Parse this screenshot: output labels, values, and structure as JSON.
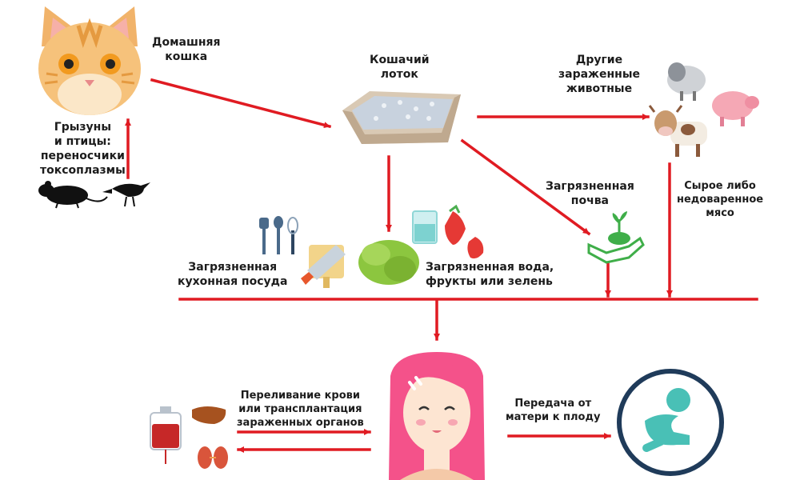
{
  "colors": {
    "arrow": "#e01b22",
    "woman_hair": "#f4528a",
    "fetus_ring": "#1f3b5a",
    "fetus": "#49c0b6"
  },
  "nodes": {
    "cat": {
      "icon": "cat-face-icon",
      "lines": [
        "Домашняя",
        "кошка"
      ]
    },
    "litter": {
      "icon": "litter-box-icon",
      "lines": [
        "Кошачий",
        "лоток"
      ]
    },
    "animals": {
      "icon": "farm-animals-icon",
      "lines": [
        "Другие",
        "зараженные",
        "животные"
      ]
    },
    "carriers": {
      "icon": "rat-bird-icon",
      "lines": [
        "Грызуны",
        "и птицы:",
        "переносчики",
        "токсоплазмы"
      ]
    },
    "soil": {
      "icon": "soil-hand-icon",
      "lines": [
        "Загрязненная",
        "почва"
      ]
    },
    "raw_meat": {
      "lines": [
        "Сырое либо",
        "недоваренное",
        "мясо"
      ]
    },
    "kitchen": {
      "icon": "kitchen-utensils-icon",
      "lines": [
        "Загрязненная",
        "кухонная посуда"
      ]
    },
    "water": {
      "icon": "water-fruit-greens-icon",
      "lines": [
        "Загрязненная вода,",
        "фрукты или зелень"
      ]
    },
    "transfusion": {
      "icon": "blood-bag-organs-icon",
      "lines": [
        "Переливание крови",
        "или трансплантация",
        "зараженных органов"
      ]
    },
    "mother": {
      "icon": "woman-face-icon"
    },
    "fetus_transfer": {
      "lines": [
        "Передача от",
        "матери к плоду"
      ]
    },
    "fetus": {
      "icon": "fetus-icon"
    }
  }
}
